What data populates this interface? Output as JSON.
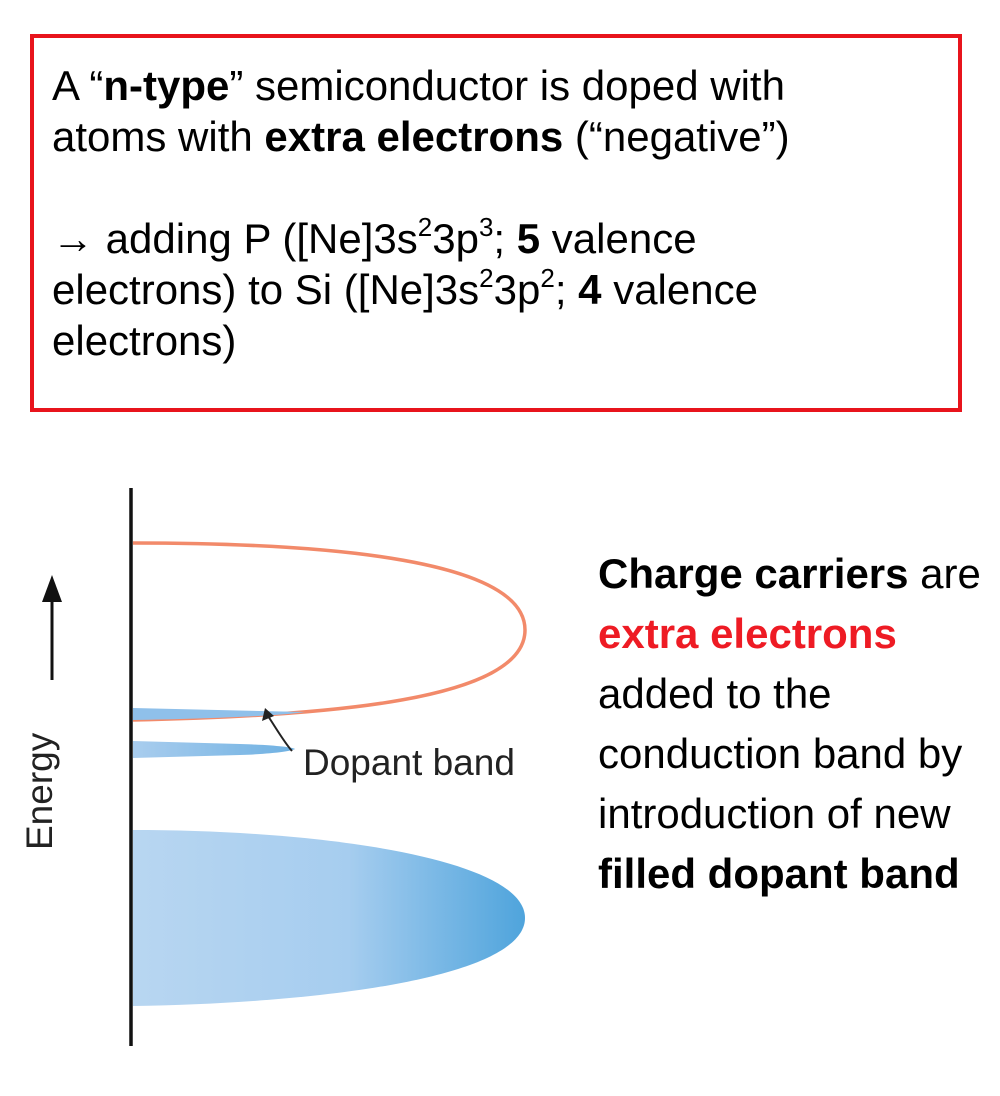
{
  "definition": {
    "p1_a": "A “",
    "p1_b": "n-type",
    "p1_c": "” semiconductor is doped with",
    "p1_d": "atoms with ",
    "p1_e": "extra electrons",
    "p1_f": " (“negative”)",
    "p2_a": "→ adding P ([Ne]3s",
    "p2_sup1": "2",
    "p2_b": "3p",
    "p2_sup2": "3",
    "p2_c": "; ",
    "p2_d": "5",
    "p2_e": " valence",
    "p2_f": "electrons) to Si ([Ne]3s",
    "p2_sup3": "2",
    "p2_g": "3p",
    "p2_sup4": "2",
    "p2_h": "; ",
    "p2_i": "4",
    "p2_j": " valence",
    "p2_k": "electrons)"
  },
  "diagram": {
    "axis_label": "Energy",
    "dopant_label": "Dopant band",
    "colors": {
      "conduction_outline": "#f28a6a",
      "band_fill_light": "#b8d6f1",
      "band_fill_dark": "#4fa4dc",
      "axis": "#111111"
    }
  },
  "explanation": {
    "s1": "Charge carriers",
    "s2": " are ",
    "s3": "extra electrons",
    "s4": " added to the conduction band by introduction of new ",
    "s5": "filled dopant band"
  }
}
